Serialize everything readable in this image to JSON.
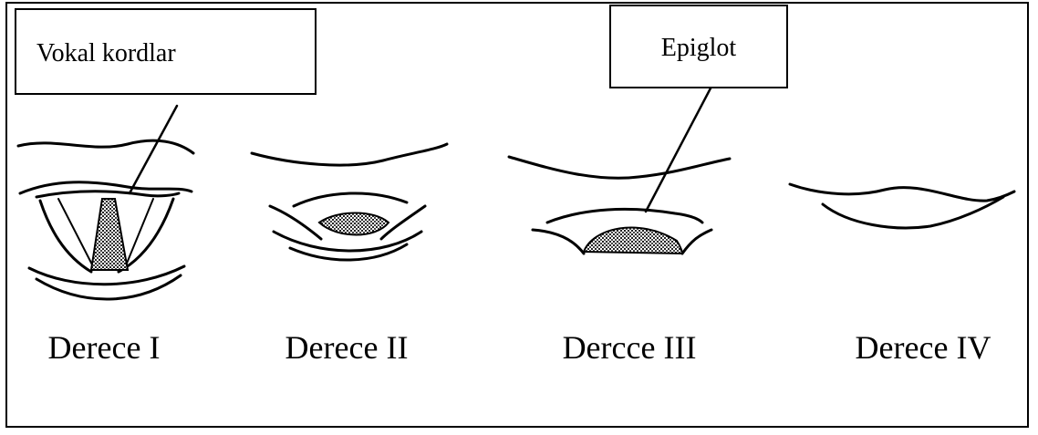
{
  "callouts": {
    "vocal_cords": "Vokal kordlar",
    "epiglottis": "Epiglot"
  },
  "grades": [
    {
      "label": "Derece I"
    },
    {
      "label": "Derece II"
    },
    {
      "label": "Dercce III"
    },
    {
      "label": "Derece IV"
    }
  ],
  "colors": {
    "line": "#000000",
    "background": "#ffffff",
    "stipple": "#555555"
  }
}
